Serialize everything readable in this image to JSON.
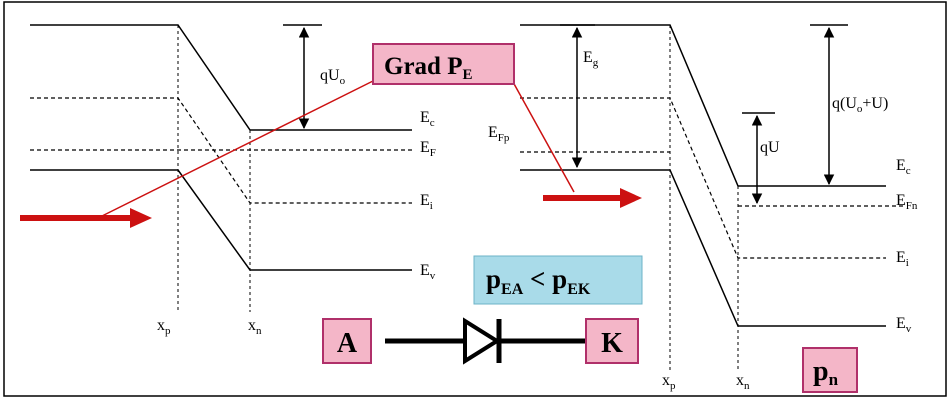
{
  "colors": {
    "arrow": "#cc1111",
    "pink_fill": "#f4b6c8",
    "pink_border": "#b0306a",
    "blue_fill": "#a9dbe9"
  },
  "boxes": {
    "grad": {
      "main": "Grad P",
      "sub": "E"
    },
    "condition": {
      "p1": "p",
      "s1": "EA",
      "op": " < ",
      "p2": "p",
      "s2": "EK"
    },
    "anode": "A",
    "cathode": "K",
    "pn": {
      "main": "p",
      "sub": "n"
    }
  },
  "left": {
    "qUo": {
      "main": "qU",
      "sub": "o"
    },
    "Ec": {
      "main": "E",
      "sub": "c"
    },
    "EF": {
      "main": "E",
      "sub": "F"
    },
    "Ei": {
      "main": "E",
      "sub": "i"
    },
    "Ev": {
      "main": "E",
      "sub": "v"
    },
    "xp": {
      "main": "x",
      "sub": "p"
    },
    "xn": {
      "main": "x",
      "sub": "n"
    }
  },
  "right": {
    "Eg": {
      "main": "E",
      "sub": "g"
    },
    "EFp": {
      "main": "E",
      "sub": "Fp"
    },
    "qU": "qU",
    "qUoU": {
      "pre": "q(U",
      "sub": "o",
      "post": "+U)"
    },
    "Ec": {
      "main": "E",
      "sub": "c"
    },
    "EFn": {
      "main": "E",
      "sub": "Fn"
    },
    "Ei": {
      "main": "E",
      "sub": "i"
    },
    "Ev": {
      "main": "E",
      "sub": "v"
    },
    "xp": {
      "main": "x",
      "sub": "p"
    },
    "xn": {
      "main": "x",
      "sub": "n"
    }
  }
}
